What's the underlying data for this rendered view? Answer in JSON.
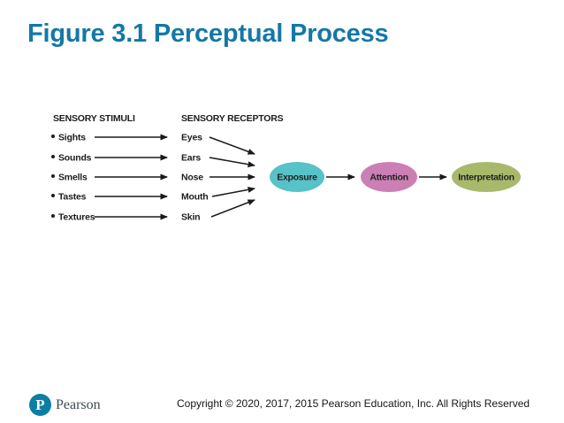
{
  "slide": {
    "title": "Figure 3.1 Perceptual Process"
  },
  "diagram": {
    "stimuli_header": "SENSORY STIMULI",
    "receptors_header": "SENSORY RECEPTORS",
    "rows": [
      {
        "stimulus": "Sights",
        "receptor": "Eyes"
      },
      {
        "stimulus": "Sounds",
        "receptor": "Ears"
      },
      {
        "stimulus": "Smells",
        "receptor": "Nose"
      },
      {
        "stimulus": "Tastes",
        "receptor": "Mouth"
      },
      {
        "stimulus": "Textures",
        "receptor": "Skin"
      }
    ],
    "stages": [
      {
        "label": "Exposure",
        "color": "#57c2c8"
      },
      {
        "label": "Attention",
        "color": "#cb7fb4"
      },
      {
        "label": "Interpretation",
        "color": "#a9b96b"
      }
    ]
  },
  "footer": {
    "logo_letter": "P",
    "logo_text": "Pearson",
    "copyright": "Copyright © 2020, 2017, 2015 Pearson Education, Inc. All Rights Reserved"
  },
  "colors": {
    "title_teal": "#1478a6",
    "pearson_blue": "#0d7ea3",
    "arrow_black": "#1a1a1a"
  }
}
